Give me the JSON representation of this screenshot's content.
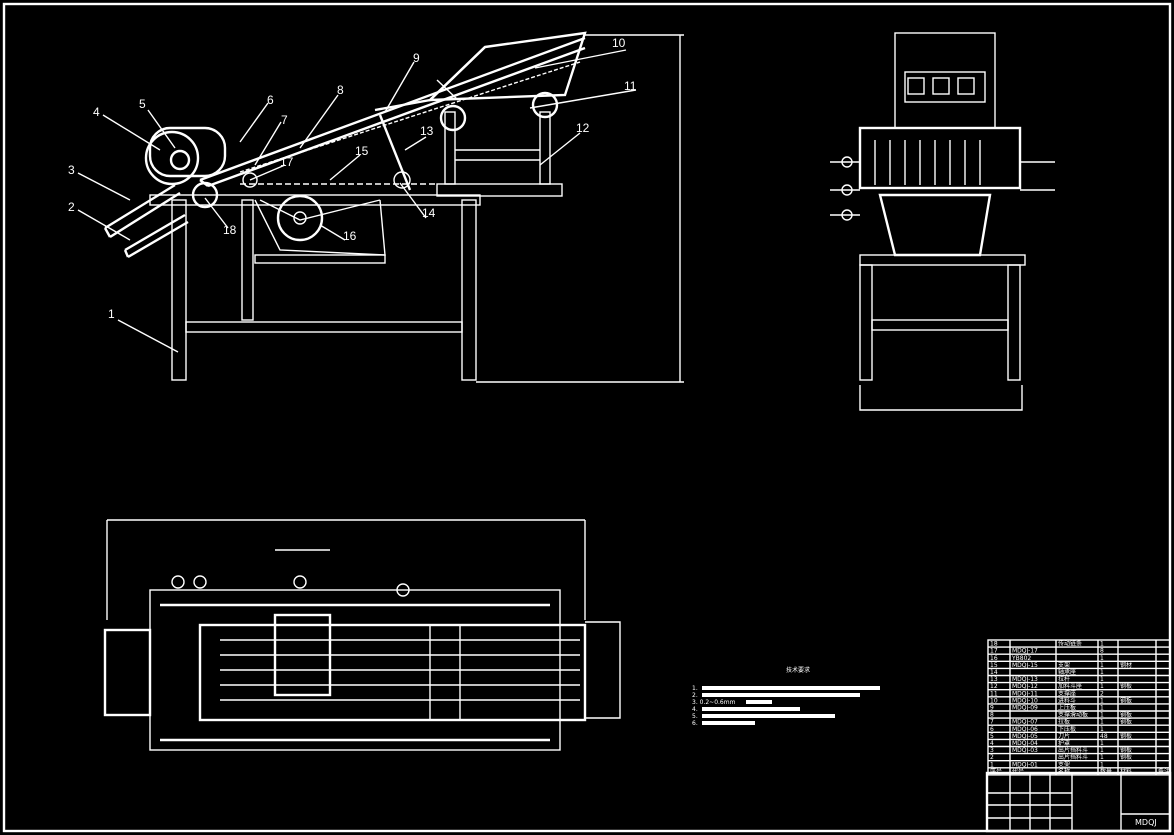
{
  "drawing": {
    "title_code": "MDQJ",
    "notes": {
      "heading": "技术要求",
      "items": [
        "1.",
        "2.",
        "3.  0.2~0.6mm",
        "4.",
        "5.",
        "6."
      ]
    },
    "callouts": [
      "1",
      "2",
      "3",
      "4",
      "5",
      "6",
      "7",
      "8",
      "9",
      "10",
      "11",
      "12",
      "13",
      "14",
      "15",
      "16",
      "17",
      "18"
    ],
    "parts_list": {
      "header": [
        "序号",
        "代号",
        "名称",
        "数量",
        "材料",
        "备注"
      ],
      "rows": [
        [
          "18",
          "",
          "传动链条",
          "1",
          "",
          ""
        ],
        [
          "17",
          "MDQJ-17",
          "",
          "8",
          "",
          ""
        ],
        [
          "16",
          "YB802",
          "",
          "1",
          "",
          ""
        ],
        [
          "15",
          "MDQJ-15",
          "支架",
          "1",
          "钢材",
          ""
        ],
        [
          "14",
          "",
          "轴承座",
          "1",
          "",
          ""
        ],
        [
          "13",
          "MDQJ-13",
          "拉杆",
          "1",
          "",
          ""
        ],
        [
          "12",
          "MDQJ-12",
          "加料斗座",
          "1",
          "钢板",
          ""
        ],
        [
          "11",
          "MDQJ-11",
          "支撑座",
          "2",
          "",
          ""
        ],
        [
          "10",
          "MDQJ-10",
          "进料斗",
          "1",
          "钢板",
          ""
        ],
        [
          "9",
          "MDQJ-09",
          "上压板",
          "1",
          "",
          ""
        ],
        [
          "8",
          "",
          "支撑滑动板",
          "1",
          "钢板",
          ""
        ],
        [
          "7",
          "MDQJ-07",
          "拉板",
          "1",
          "钢板",
          ""
        ],
        [
          "6",
          "MDQJ-06",
          "下压板",
          "1",
          "",
          ""
        ],
        [
          "5",
          "MDQJ-05",
          "刀片",
          "48",
          "钢板",
          ""
        ],
        [
          "4",
          "MDQJ-04",
          "护罩",
          "1",
          "",
          ""
        ],
        [
          "3",
          "MDQJ-03",
          "出片挡料斗",
          "1",
          "钢板",
          ""
        ],
        [
          "2",
          "",
          "出片挡料斗",
          "1",
          "钢板",
          ""
        ],
        [
          "1",
          "MDQJ-01",
          "支架",
          "1",
          "",
          ""
        ]
      ]
    }
  }
}
